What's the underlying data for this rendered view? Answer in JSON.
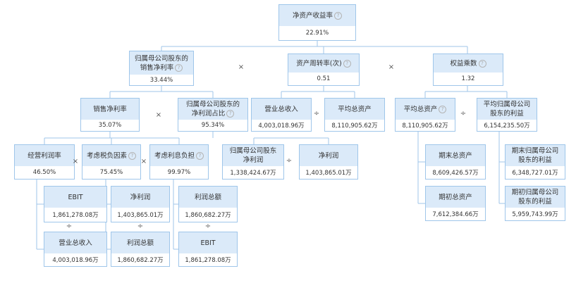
{
  "help_glyph": "?",
  "ops": {
    "mul": "×",
    "div": "÷"
  },
  "nodes": {
    "roe": {
      "label": "净资产收益率",
      "value": "22.91%",
      "help": true
    },
    "net_margin_parent": {
      "label": "归属母公司股东的\n销售净利率",
      "value": "33.44%",
      "help": true
    },
    "asset_turnover": {
      "label": "资产周转率(次)",
      "value": "0.51",
      "help": true
    },
    "equity_multiplier": {
      "label": "权益乘数",
      "value": "1.32",
      "help": true
    },
    "net_margin": {
      "label": "销售净利率",
      "value": "35.07%",
      "help": false
    },
    "parent_np_ratio": {
      "label": "归属母公司股东的\n净利润占比",
      "value": "95.34%",
      "help": true
    },
    "op_margin": {
      "label": "经营利润率",
      "value": "46.50%",
      "help": false
    },
    "tax_factor": {
      "label": "考虑税负因素",
      "value": "75.45%",
      "help": true
    },
    "interest_factor": {
      "label": "考虑利息负担",
      "value": "99.97%",
      "help": true
    },
    "ebit_1": {
      "label": "EBIT",
      "value": "1,861,278.08万",
      "help": false
    },
    "revenue_1": {
      "label": "营业总收入",
      "value": "4,003,018.96万",
      "help": false
    },
    "net_profit_1": {
      "label": "净利润",
      "value": "1,403,865.01万",
      "help": false
    },
    "total_profit_1": {
      "label": "利润总额",
      "value": "1,860,682.27万",
      "help": false
    },
    "total_profit_2": {
      "label": "利润总额",
      "value": "1,860,682.27万",
      "help": false
    },
    "ebit_2": {
      "label": "EBIT",
      "value": "1,861,278.08万",
      "help": false
    },
    "parent_np": {
      "label": "归属母公司股东\n净利润",
      "value": "1,338,424.67万",
      "help": false
    },
    "net_profit_2": {
      "label": "净利润",
      "value": "1,403,865.01万",
      "help": false
    },
    "revenue_2": {
      "label": "营业总收入",
      "value": "4,003,018.96万",
      "help": false
    },
    "avg_assets_1": {
      "label": "平均总资产",
      "value": "8,110,905.62万",
      "help": false
    },
    "avg_assets_2": {
      "label": "平均总资产",
      "value": "8,110,905.62万",
      "help": true
    },
    "avg_parent_equity": {
      "label": "平均归属母公司\n股东的利益",
      "value": "6,154,235.50万",
      "help": false
    },
    "end_assets": {
      "label": "期末总资产",
      "value": "8,609,426.57万",
      "help": false
    },
    "begin_assets": {
      "label": "期初总资产",
      "value": "7,612,384.66万",
      "help": false
    },
    "end_parent_equity": {
      "label": "期末归属母公司\n股东的利益",
      "value": "6,348,727.01万",
      "help": false
    },
    "begin_parent_equity": {
      "label": "期初归属母公司\n股东的利益",
      "value": "5,959,743.99万",
      "help": false
    }
  }
}
